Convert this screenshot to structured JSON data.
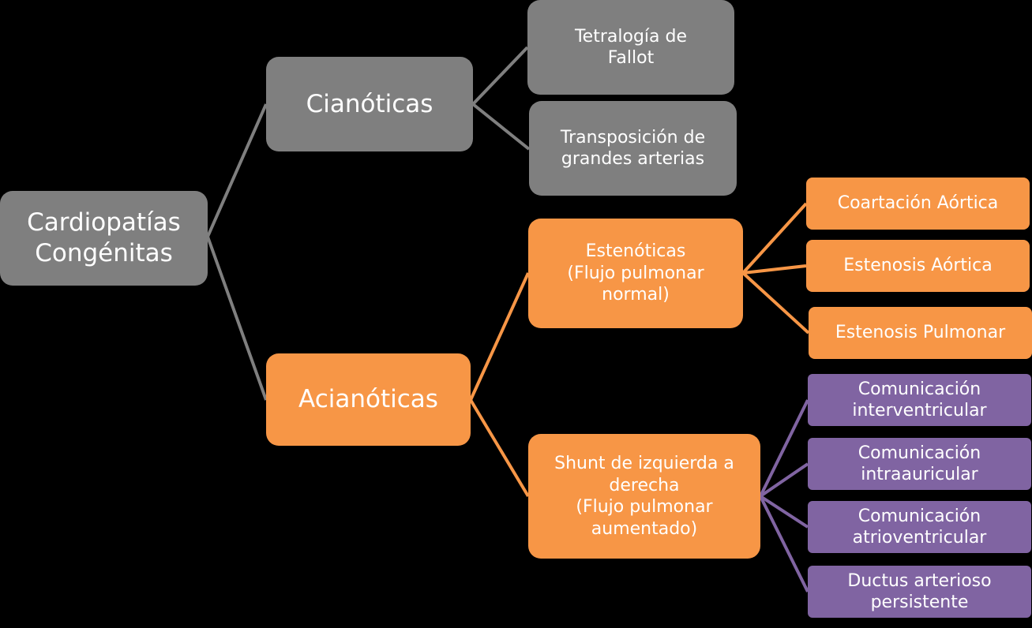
{
  "root": {
    "label": "Cardiopatías\nCongénitas"
  },
  "cianoticas": {
    "label": "Cianóticas",
    "children": [
      {
        "label": "Tetralogía de\nFallot"
      },
      {
        "label": "Transposición de\ngrandes arterias"
      }
    ]
  },
  "acianoticas": {
    "label": "Acianóticas",
    "estenoticas": {
      "label": "Estenóticas\n(Flujo pulmonar\nnormal)",
      "children": [
        {
          "label": "Coartación Aórtica"
        },
        {
          "label": "Estenosis Aórtica"
        },
        {
          "label": "Estenosis Pulmonar"
        }
      ]
    },
    "shunt": {
      "label": "Shunt de izquierda a\nderecha\n(Flujo pulmonar\naumentado)",
      "children": [
        {
          "label": "Comunicación\ninterventricular"
        },
        {
          "label": "Comunicación\nintraauricular"
        },
        {
          "label": "Comunicación\natrioventricular"
        },
        {
          "label": "Ductus arterioso\npersistente"
        }
      ]
    }
  },
  "colors": {
    "background": "#000000",
    "gray": "#7f7f7f",
    "orange": "#f79646",
    "purple": "#8064a2",
    "text": "#ffffff"
  }
}
